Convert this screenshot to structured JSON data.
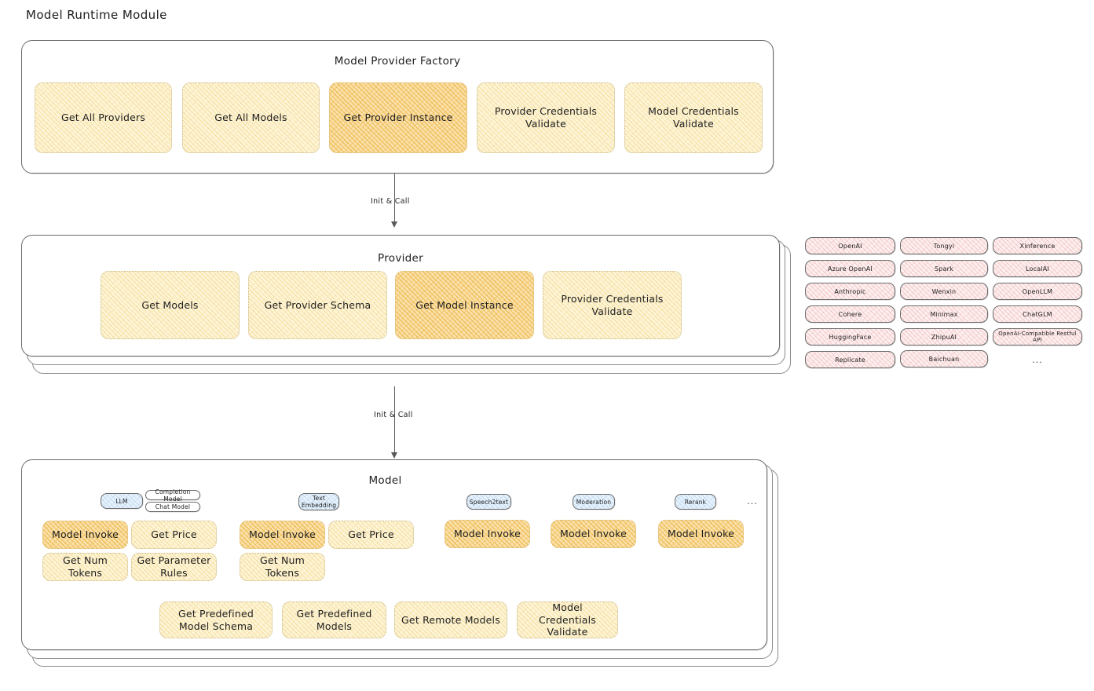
{
  "page": {
    "title": "Model Runtime Module"
  },
  "factory": {
    "title": "Model Provider Factory",
    "nodes": [
      {
        "label": "Get All Providers",
        "highlight": false
      },
      {
        "label": "Get All Models",
        "highlight": false
      },
      {
        "label": "Get Provider Instance",
        "highlight": true
      },
      {
        "label": "Provider Credentials Validate",
        "highlight": false
      },
      {
        "label": "Model Credentials Validate",
        "highlight": false
      }
    ]
  },
  "arrows": [
    {
      "label": "Init & Call"
    },
    {
      "label": "Init & Call"
    }
  ],
  "provider": {
    "title": "Provider",
    "nodes": [
      {
        "label": "Get Models",
        "highlight": false
      },
      {
        "label": "Get Provider Schema",
        "highlight": false
      },
      {
        "label": "Get Model Instance",
        "highlight": true
      },
      {
        "label": "Provider Credentials Validate",
        "highlight": false
      }
    ]
  },
  "provider_list": {
    "columns": [
      {
        "items": [
          "OpenAI",
          "Azure OpenAI",
          "Anthropic",
          "Cohere",
          "HuggingFace",
          "Replicate"
        ]
      },
      {
        "items": [
          "Tongyi",
          "Spark",
          "Wenxin",
          "Minimax",
          "ZhipuAI",
          "Baichuan"
        ]
      },
      {
        "items": [
          "Xinference",
          "LocalAI",
          "OpenLLM",
          "ChatGLM",
          "OpenAI-Compatible Restful API"
        ]
      }
    ],
    "more": "..."
  },
  "model": {
    "title": "Model",
    "more": "...",
    "types": [
      {
        "tag": "LLM",
        "subtags": [
          "Completion Model",
          "Chat Model"
        ],
        "nodes": [
          {
            "label": "Model Invoke",
            "highlight": true
          },
          {
            "label": "Get Price",
            "highlight": false
          },
          {
            "label": "Get Num Tokens",
            "highlight": false
          },
          {
            "label": "Get Parameter Rules",
            "highlight": false
          }
        ]
      },
      {
        "tag": "Text Embedding",
        "subtags": [],
        "nodes": [
          {
            "label": "Model Invoke",
            "highlight": true
          },
          {
            "label": "Get Price",
            "highlight": false
          },
          {
            "label": "Get Num Tokens",
            "highlight": false
          }
        ]
      },
      {
        "tag": "Speech2text",
        "subtags": [],
        "nodes": [
          {
            "label": "Model Invoke",
            "highlight": true
          }
        ]
      },
      {
        "tag": "Moderation",
        "subtags": [],
        "nodes": [
          {
            "label": "Model Invoke",
            "highlight": true
          }
        ]
      },
      {
        "tag": "Rerank",
        "subtags": [],
        "nodes": [
          {
            "label": "Model Invoke",
            "highlight": true
          }
        ]
      }
    ],
    "common_nodes": [
      {
        "label": "Get Predefined Model Schema"
      },
      {
        "label": "Get Predefined Models"
      },
      {
        "label": "Get Remote Models"
      },
      {
        "label": "Model Credentials Validate"
      }
    ]
  },
  "colors": {
    "node_light": "#fdf5d8",
    "node_highlight": "#fbe2ad",
    "provider_pill": "#fdf0f0",
    "model_tag": "#e8f2fb",
    "stroke": "#6b6b6b",
    "text": "#1e1e1e"
  }
}
